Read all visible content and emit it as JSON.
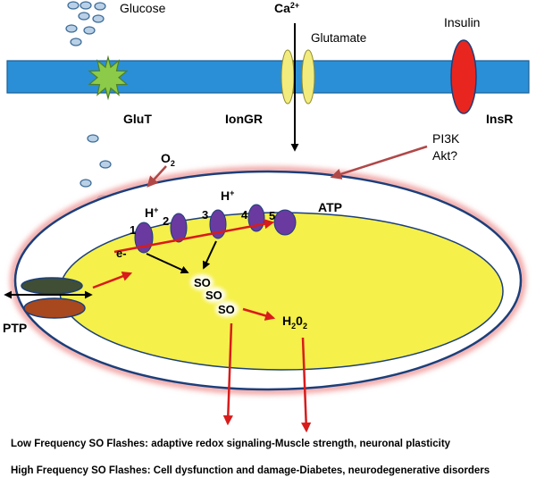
{
  "labels": {
    "glucose": "Glucose",
    "ca_base": "Ca",
    "ca_sup": "2+",
    "glutamate": "Glutamate",
    "insulin": "Insulin",
    "glut": "GluT",
    "iongr": "IonGR",
    "insr": "InsR",
    "pi3k": "PI3K",
    "akt": "Akt?",
    "o2_base": "O",
    "o2_sub": "2",
    "atp": "ATP",
    "h1_base": "H",
    "h1_sup": "+",
    "h2_base": "H",
    "h2_sup": "+",
    "c1": "1",
    "c2": "2",
    "c3": "3",
    "c4": "4",
    "c5": "5",
    "electron": "e-",
    "so1": "SO",
    "so2": "SO",
    "so3": "SO",
    "ptp": "PTP",
    "h2o2_h": "H",
    "h2o2_2a": "2",
    "h2o2_o": "0",
    "h2o2_2b": "2"
  },
  "captions": {
    "low": "Low Frequency SO Flashes: adaptive redox signaling-Muscle strength, neuronal plasticity",
    "high": "High Frequency SO Flashes: Cell dysfunction and damage-Diabetes, neurodegenerative disorders"
  },
  "colors": {
    "membrane": "#2a8fd6",
    "glut": "#8ccb4a",
    "iongr": "#f2ec7e",
    "insr": "#e8261f",
    "complex": "#6a3aa0",
    "matrix": "#f5f04a",
    "arrow_red": "#d81b1b",
    "arrow_brown": "#b04848",
    "ptp_top": "#3f4e35",
    "ptp_bottom": "#a8481e"
  },
  "icons": [
    "glucose-molecule-icon",
    "glut-transporter-icon",
    "ion-channel-icon",
    "insulin-receptor-icon",
    "etc-complex-icon",
    "ptp-pore-icon"
  ]
}
